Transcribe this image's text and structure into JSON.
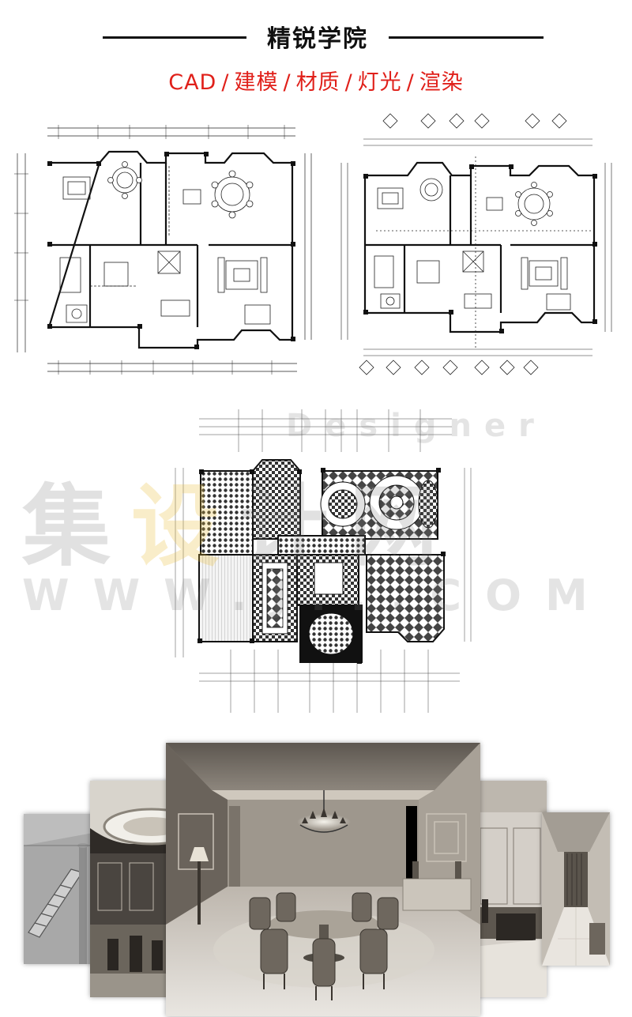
{
  "header": {
    "title": "精锐学院",
    "subtitle_items": [
      "CAD",
      "建模",
      "材质",
      "灯光",
      "渲染"
    ],
    "separator": "/",
    "title_color": "#111111",
    "subtitle_color": "#e0201a"
  },
  "watermark": {
    "chars": [
      "集",
      "设",
      "计",
      "网"
    ],
    "url": "WWW.J...COM",
    "designer": "Designer"
  },
  "images": {
    "plan_left": "furniture-floor-plan",
    "plan_right": "furniture-floor-plan-with-elevation-markers",
    "plan_center": "floor-tile-pattern-plan",
    "renders": [
      "stair-model-render",
      "ceiling-detail-render",
      "dining-room-render",
      "sitting-room-render",
      "corridor-render"
    ]
  }
}
